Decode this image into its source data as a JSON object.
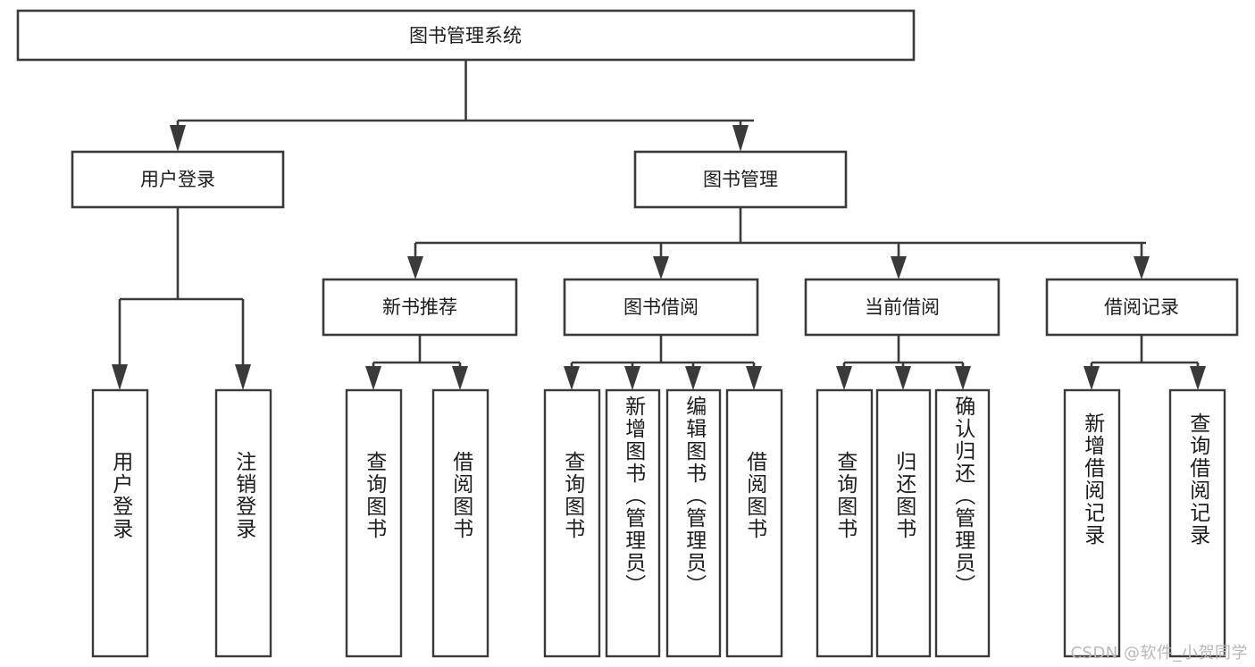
{
  "diagram": {
    "type": "tree-hierarchy",
    "title": "图书管理系统",
    "root": {
      "id": "root",
      "label": "图书管理系统"
    },
    "level2": [
      {
        "id": "user-login",
        "label": "用户登录"
      },
      {
        "id": "book-manage",
        "label": "图书管理"
      }
    ],
    "level3": [
      {
        "id": "new-book-recommend",
        "label": "新书推荐",
        "parent": "book-manage"
      },
      {
        "id": "book-borrow",
        "label": "图书借阅",
        "parent": "book-manage"
      },
      {
        "id": "current-borrow",
        "label": "当前借阅",
        "parent": "book-manage"
      },
      {
        "id": "borrow-record",
        "label": "借阅记录",
        "parent": "book-manage"
      }
    ],
    "leaves": [
      {
        "id": "leaf-user-login",
        "label": "用户登录",
        "parent": "user-login"
      },
      {
        "id": "leaf-user-logout",
        "label": "注销登录",
        "parent": "user-login"
      },
      {
        "id": "leaf-query-book-1",
        "label": "查询图书",
        "parent": "new-book-recommend"
      },
      {
        "id": "leaf-borrow-book-1",
        "label": "借阅图书",
        "parent": "new-book-recommend"
      },
      {
        "id": "leaf-query-book-2",
        "label": "查询图书",
        "parent": "book-borrow"
      },
      {
        "id": "leaf-add-book",
        "label": "新增图书（管理员）",
        "parent": "book-borrow"
      },
      {
        "id": "leaf-edit-book",
        "label": "编辑图书（管理员）",
        "parent": "book-borrow"
      },
      {
        "id": "leaf-borrow-book-2",
        "label": "借阅图书",
        "parent": "book-borrow"
      },
      {
        "id": "leaf-query-book-3",
        "label": "查询图书",
        "parent": "current-borrow"
      },
      {
        "id": "leaf-return-book",
        "label": "归还图书",
        "parent": "current-borrow"
      },
      {
        "id": "leaf-confirm-return",
        "label": "确认归还（管理员）",
        "parent": "current-borrow"
      },
      {
        "id": "leaf-add-record",
        "label": "新增借阅记录",
        "parent": "borrow-record"
      },
      {
        "id": "leaf-query-record",
        "label": "查询借阅记录",
        "parent": "borrow-record"
      }
    ],
    "colors": {
      "stroke": "#3a3a3a",
      "fill": "#ffffff",
      "text": "#1c1c1c",
      "watermark": "#b9b9b9",
      "background": "#ffffff"
    }
  },
  "watermark": {
    "text": "CSDN @软件_小贺同学"
  }
}
